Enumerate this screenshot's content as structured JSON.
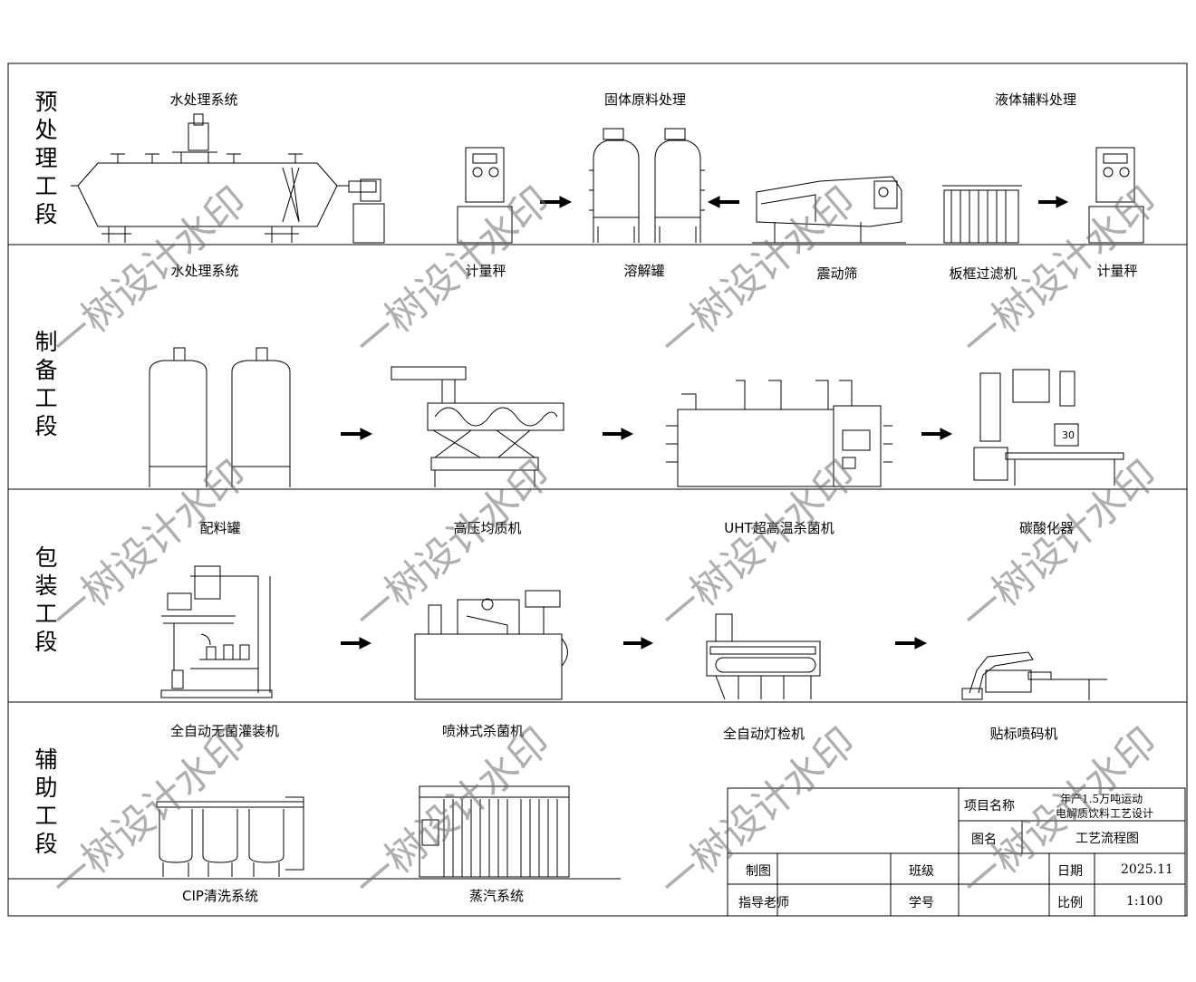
{
  "stages": [
    "预处理工段",
    "制备工段",
    "包装工段",
    "辅助工段"
  ],
  "equipment_labels": {
    "row1": [
      "水处理系统",
      "固体原料处理",
      "液体辅料处理"
    ],
    "row2": [
      "水处理系统",
      "计量秤",
      "溶解罐",
      "震动筛",
      "板框过滤机",
      "计量秤"
    ],
    "row3": [
      "配料罐",
      "高压均质机",
      "UHT超高温杀菌机",
      "碳酸化器"
    ],
    "row4": [
      "全自动无菌灌装机",
      "喷淋式杀菌机",
      "全自动灯检机",
      "贴标喷码机"
    ],
    "bottom": [
      "CIP清洗系统",
      "蒸汽系统"
    ]
  },
  "equipment_text": {
    "weigh_display": "30"
  },
  "title_block": {
    "project_label": "项目名称",
    "project_line1": "年产1.5万吨运动",
    "project_line2": "电解质饮料工艺设计",
    "drawing_label": "图名",
    "drawing_name": "工艺流程图",
    "drawer_label": "制图",
    "class_label": "班级",
    "date_label": "日期",
    "date_value": "2025.11",
    "advisor_label": "指导老师",
    "student_id_label": "学号",
    "scale_label": "比例",
    "scale_value": "1:100"
  },
  "watermark": "一树设计水印"
}
